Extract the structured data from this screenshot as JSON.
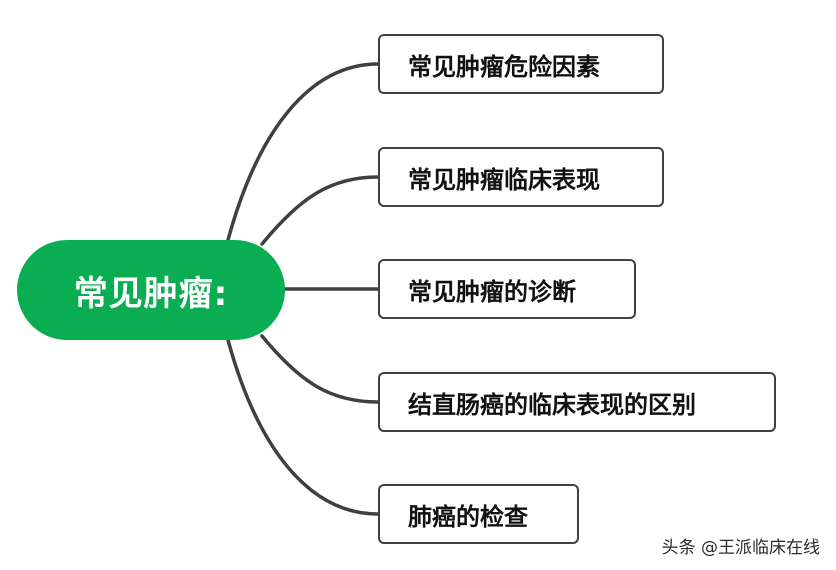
{
  "mindmap": {
    "root": {
      "label": "常见肿瘤:",
      "color": "#0aad52"
    },
    "branches": [
      {
        "label": "常见肿瘤危险因素"
      },
      {
        "label": "常见肿瘤临床表现"
      },
      {
        "label": "常见肿瘤的诊断"
      },
      {
        "label": "结直肠癌的临床表现的区别"
      },
      {
        "label": "肺癌的检查"
      }
    ],
    "line_color": "#404040"
  },
  "watermark": {
    "text": "头条 @王派临床在线"
  }
}
